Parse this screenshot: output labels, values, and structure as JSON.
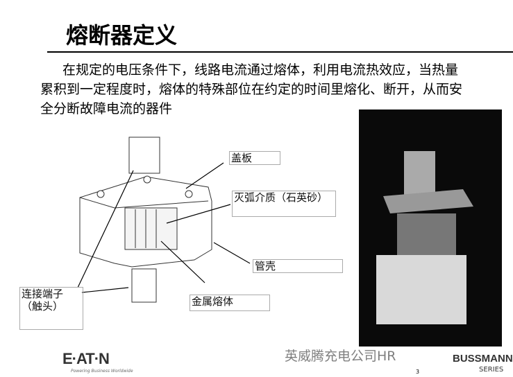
{
  "title": "熔断器定义",
  "body_lines": [
    "在规定的电压条件下，线路电流通过熔体，利用电流热效应，当热量",
    "累积到一定程度时，熔体的特殊部位在约定的时间里熔化、断开，从而安",
    "全分断故障电流的器件"
  ],
  "labels": {
    "cover": "盖板",
    "arc": "灭弧介质（石英砂）",
    "tube": "管壳",
    "metal": "金属熔体",
    "terminal_1": "连接端子",
    "terminal_2": "（触头）"
  },
  "footer": {
    "eaton": "E·AT·N",
    "eaton_tagline": "Powering Business Worldwide",
    "page": "3",
    "bussmann": "BUSSMANN",
    "series": "SERIES",
    "watermark": "英威腾充电公司HR"
  }
}
